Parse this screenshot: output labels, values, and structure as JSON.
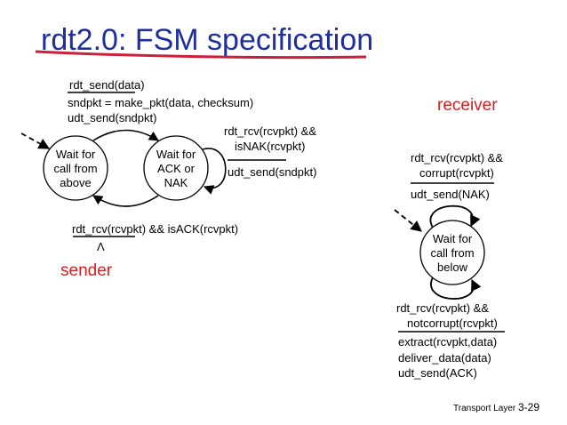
{
  "title": "rdt2.0: FSM specification",
  "sender": {
    "label": "sender",
    "state_wait_above": [
      "Wait for",
      "call from",
      "above"
    ],
    "state_wait_ack": [
      "Wait for",
      "ACK or",
      "NAK"
    ],
    "t1_event": "rdt_send(data)",
    "t1_actions": [
      "sndpkt = make_pkt(data, checksum)",
      "udt_send(sndpkt)"
    ],
    "t2_event": [
      "rdt_rcv(rcvpkt) &&",
      "isNAK(rcvpkt)"
    ],
    "t2_action": "udt_send(sndpkt)",
    "t3_event": "rdt_rcv(rcvpkt) && isACK(rcvpkt)",
    "t3_action": "Λ"
  },
  "receiver": {
    "label": "receiver",
    "state_wait_below": [
      "Wait for",
      "call from",
      "below"
    ],
    "t1_event": [
      "rdt_rcv(rcvpkt) &&",
      "corrupt(rcvpkt)"
    ],
    "t1_action": "udt_send(NAK)",
    "t2_event": [
      "rdt_rcv(rcvpkt) &&",
      "notcorrupt(rcvpkt)"
    ],
    "t2_actions": [
      "extract(rcvpkt,data)",
      "deliver_data(data)",
      "udt_send(ACK)"
    ]
  },
  "footer": {
    "section": "Transport Layer",
    "page": "3-29"
  },
  "colors": {
    "title": "#1f2f9c",
    "accent_red": "#d42020",
    "underline": "#cc1f3a"
  }
}
